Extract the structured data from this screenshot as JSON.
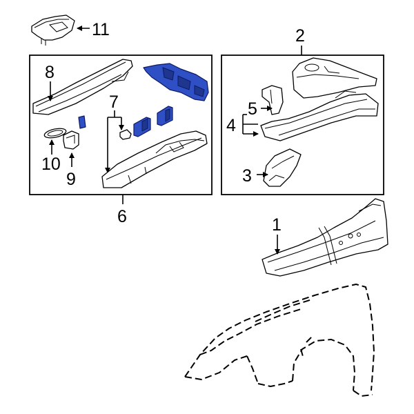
{
  "diagram": {
    "colors": {
      "highlight": "#2f4fc4",
      "outline": "#000000",
      "background": "#ffffff"
    },
    "callouts": {
      "c1": "1",
      "c2": "2",
      "c3": "3",
      "c4": "4",
      "c5": "5",
      "c6": "6",
      "c7": "7",
      "c8": "8",
      "c9": "9",
      "c10": "10",
      "c11": "11"
    }
  }
}
